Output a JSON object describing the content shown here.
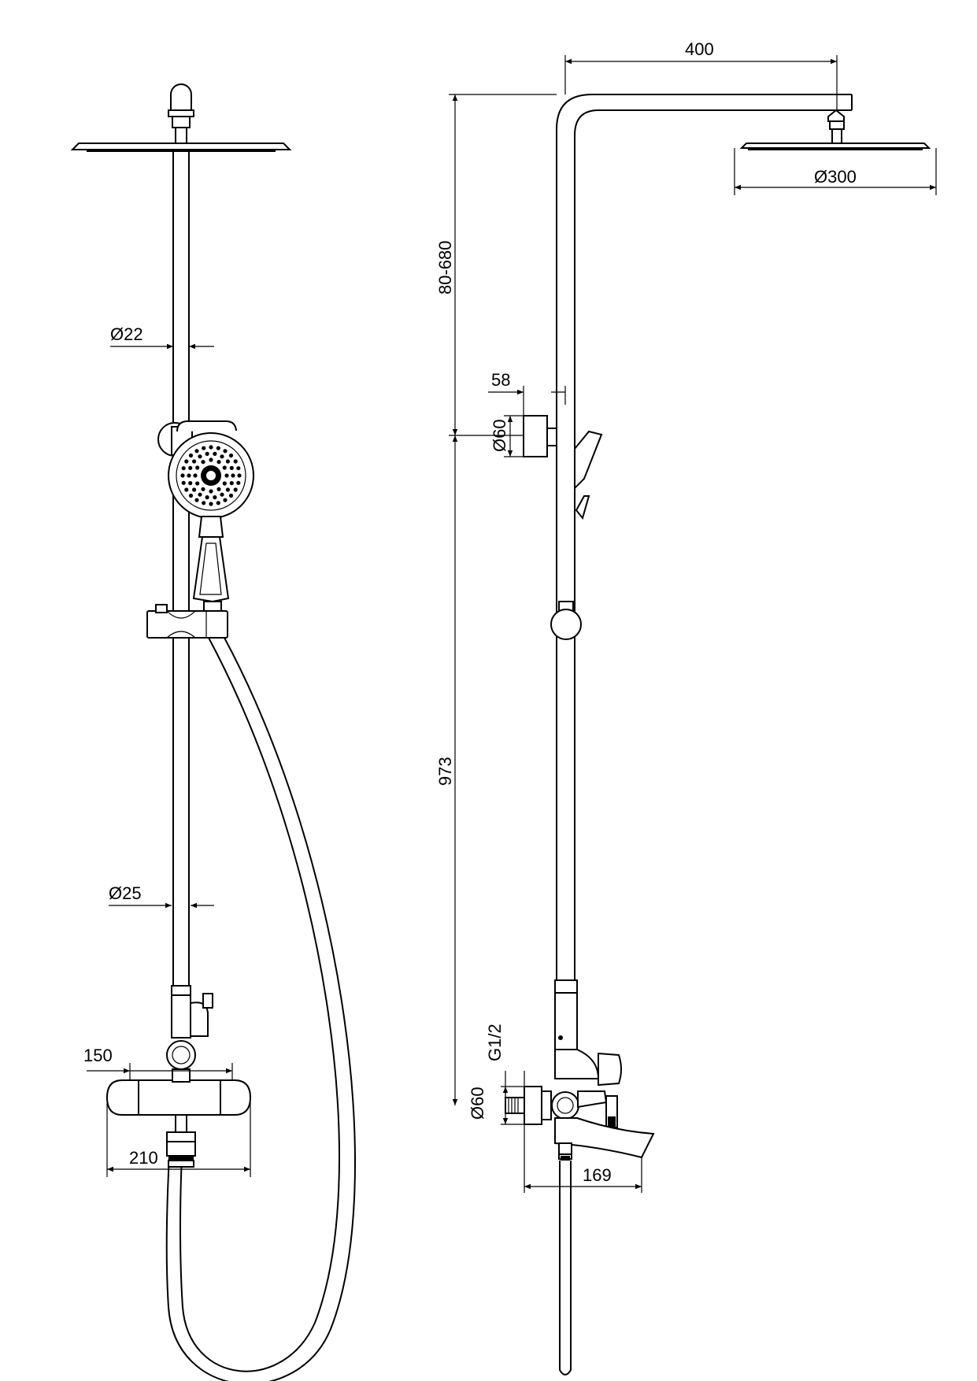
{
  "front_view": {
    "dims": {
      "rail_upper_dia": "Ø22",
      "rail_lower_dia": "Ø25",
      "mixer_inlet_spacing": "150",
      "mixer_width": "210"
    }
  },
  "side_view": {
    "dims": {
      "arm_reach": "400",
      "overhead_dia": "Ø300",
      "adjust_range": "80-680",
      "height_to_inlet": "973",
      "hand_shower_offset": "58",
      "hand_shower_dia": "Ø60",
      "inlet_thread": "G1/2",
      "inlet_cover_dia": "Ø60",
      "spout_reach": "169"
    }
  }
}
